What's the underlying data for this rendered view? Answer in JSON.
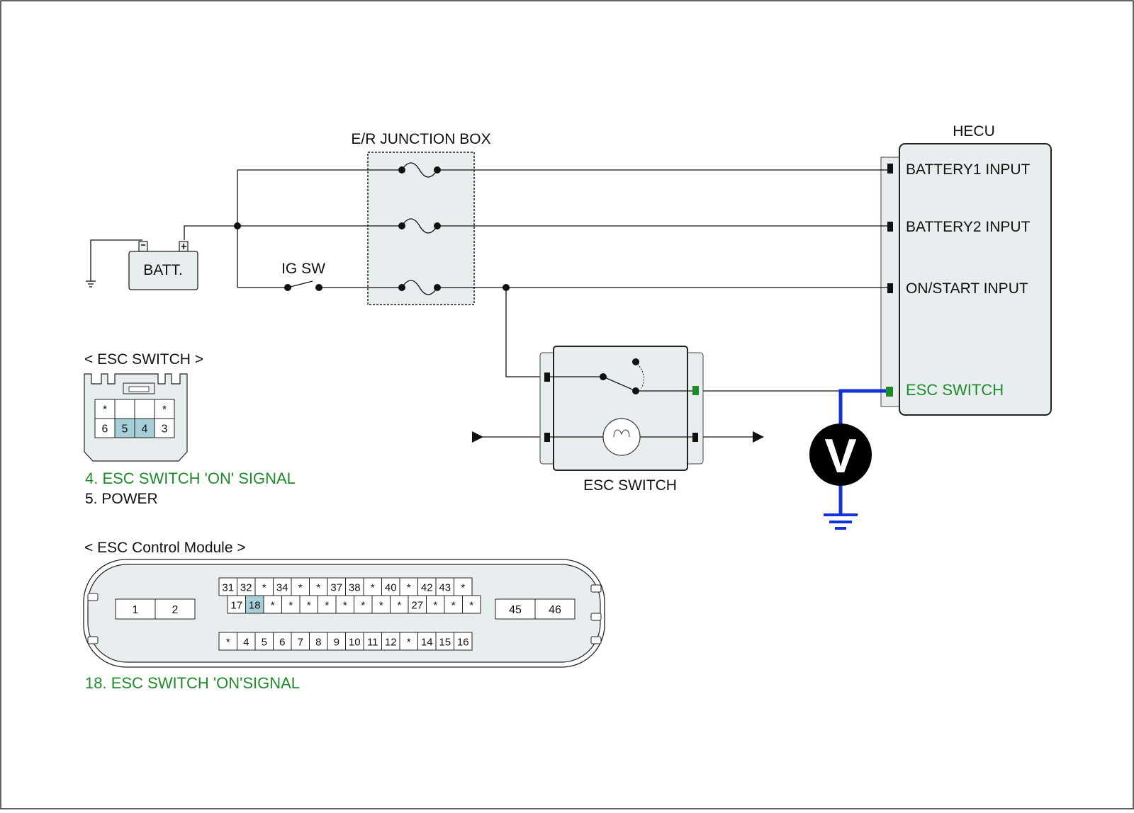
{
  "colors": {
    "box_fill": "#e8eef0",
    "highlight": "#a7cfd7",
    "signal_green": "#1f8a2a",
    "meter_wire": "#1430d8"
  },
  "diagram": {
    "junction_box_label": "E/R JUNCTION BOX",
    "hecu_label": "HECU",
    "battery_label": "BATT.",
    "ig_sw_label": "IG SW",
    "esc_switch_label": "ESC SWITCH",
    "meter_symbol": "V",
    "hecu_pins": [
      {
        "label": "BATTERY1 INPUT"
      },
      {
        "label": "BATTERY2 INPUT"
      },
      {
        "label": "ON/START INPUT"
      },
      {
        "label": "ESC SWITCH"
      }
    ]
  },
  "esc_switch_connector": {
    "title": "< ESC SWITCH >",
    "top_row": [
      "*",
      "",
      "",
      "*"
    ],
    "bottom_row": [
      "6",
      "5",
      "4",
      "3"
    ],
    "highlighted": [
      "5",
      "4"
    ],
    "notes": [
      {
        "text": "4. ESC SWITCH 'ON' SIGNAL",
        "color": "green"
      },
      {
        "text": "5. POWER",
        "color": "black"
      }
    ]
  },
  "esc_module_connector": {
    "title": "< ESC Control Module >",
    "left_pins": [
      "1",
      "2"
    ],
    "right_pins": [
      "45",
      "46"
    ],
    "row1": [
      "31",
      "32",
      "*",
      "34",
      "*",
      "*",
      "37",
      "38",
      "*",
      "40",
      "*",
      "42",
      "43",
      "*"
    ],
    "row2": [
      "17",
      "18",
      "*",
      "*",
      "*",
      "*",
      "*",
      "*",
      "*",
      "*",
      "27",
      "*",
      "*",
      "*"
    ],
    "row3": [
      "*",
      "4",
      "5",
      "6",
      "7",
      "8",
      "9",
      "10",
      "11",
      "12",
      "*",
      "14",
      "15",
      "16"
    ],
    "highlighted": [
      "18"
    ],
    "note": "18. ESC SWITCH 'ON'SIGNAL"
  }
}
